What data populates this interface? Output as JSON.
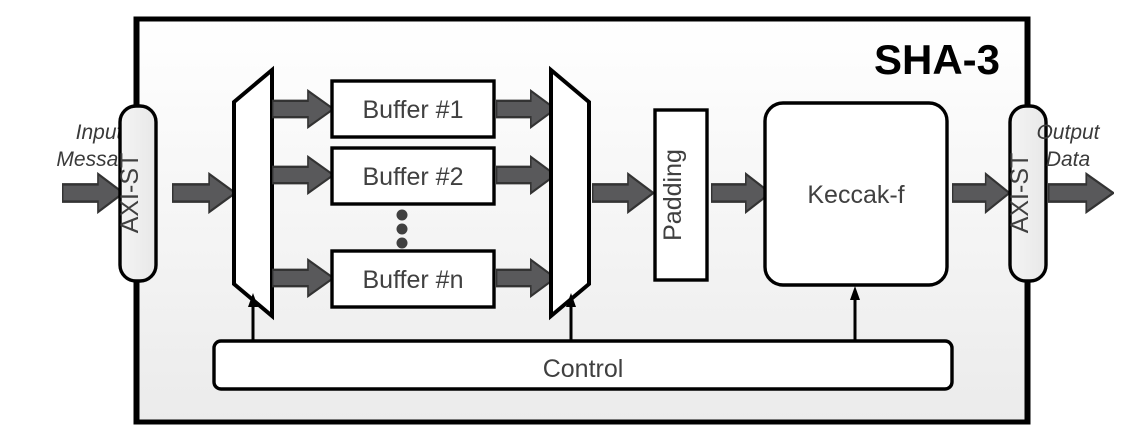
{
  "diagram": {
    "title": "SHA-3",
    "outer_block": {
      "label": "SHA-3",
      "fill_top": "#ffffff",
      "fill_bottom": "#ededed",
      "stroke": "#000000"
    },
    "io_labels": {
      "input_line1": "Input",
      "input_line2": "Message",
      "output_line1": "Output",
      "output_data": "Data"
    },
    "interfaces": [
      {
        "name": "axi-st-input",
        "label": "AXI-ST",
        "fill": "#f0f0f0"
      },
      {
        "name": "axi-st-output",
        "label": "AXI-ST",
        "fill": "#f0f0f0"
      }
    ],
    "buffers": [
      {
        "label": "Buffer #1"
      },
      {
        "label": "Buffer #2"
      },
      {
        "label": "Buffer #n"
      }
    ],
    "ellipsis": "vertical-dots",
    "blocks": [
      {
        "name": "padding",
        "label": "Padding",
        "orientation": "vertical"
      },
      {
        "name": "keccak-f",
        "label": "Keccak-f",
        "orientation": "horizontal"
      },
      {
        "name": "control",
        "label": "Control",
        "orientation": "horizontal"
      }
    ],
    "muxes": [
      {
        "name": "demux-left",
        "shape": "trapezoid-expanding"
      },
      {
        "name": "mux-right",
        "shape": "trapezoid-contracting"
      }
    ],
    "colors": {
      "arrow_fill": "#59595b",
      "arrow_stroke": "#333333",
      "block_stroke": "#000000",
      "text": "#404040",
      "title_text": "#000000",
      "interface_fill": "#f0f0f0"
    },
    "data_flow_arrows": 12,
    "control_arrows": 3
  }
}
